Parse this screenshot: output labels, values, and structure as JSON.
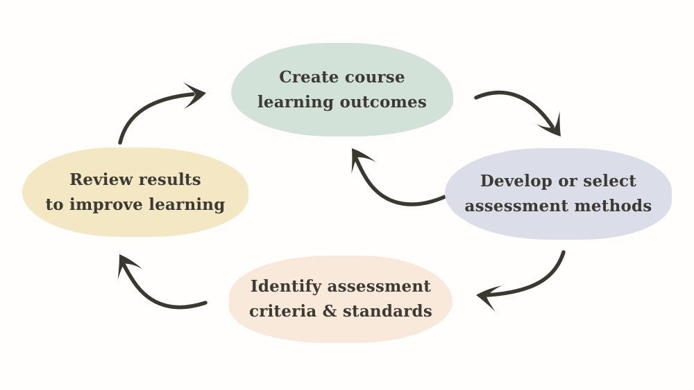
{
  "diagram": {
    "type": "cycle",
    "background_color": "#ffffff",
    "ink_color": "#3b3832",
    "nodes": [
      {
        "id": "create-course",
        "position": "top",
        "color": "#d3e2d9",
        "lines": [
          "Create course",
          "learning outcomes"
        ]
      },
      {
        "id": "develop-select",
        "position": "right",
        "color": "#dbdee9",
        "lines": [
          "Develop or select",
          "assessment methods"
        ]
      },
      {
        "id": "identify-criteria",
        "position": "bottom",
        "color": "#f8e9db",
        "lines": [
          "Identify assessment",
          "criteria & standards"
        ]
      },
      {
        "id": "review-results",
        "position": "left",
        "color": "#f3e7c4",
        "lines": [
          "Review results",
          "to improve learning"
        ]
      }
    ],
    "edges": [
      {
        "from": "review-results",
        "to": "create-course"
      },
      {
        "from": "create-course",
        "to": "develop-select"
      },
      {
        "from": "develop-select",
        "to": "create-course"
      },
      {
        "from": "develop-select",
        "to": "identify-criteria"
      },
      {
        "from": "identify-criteria",
        "to": "review-results"
      }
    ]
  }
}
